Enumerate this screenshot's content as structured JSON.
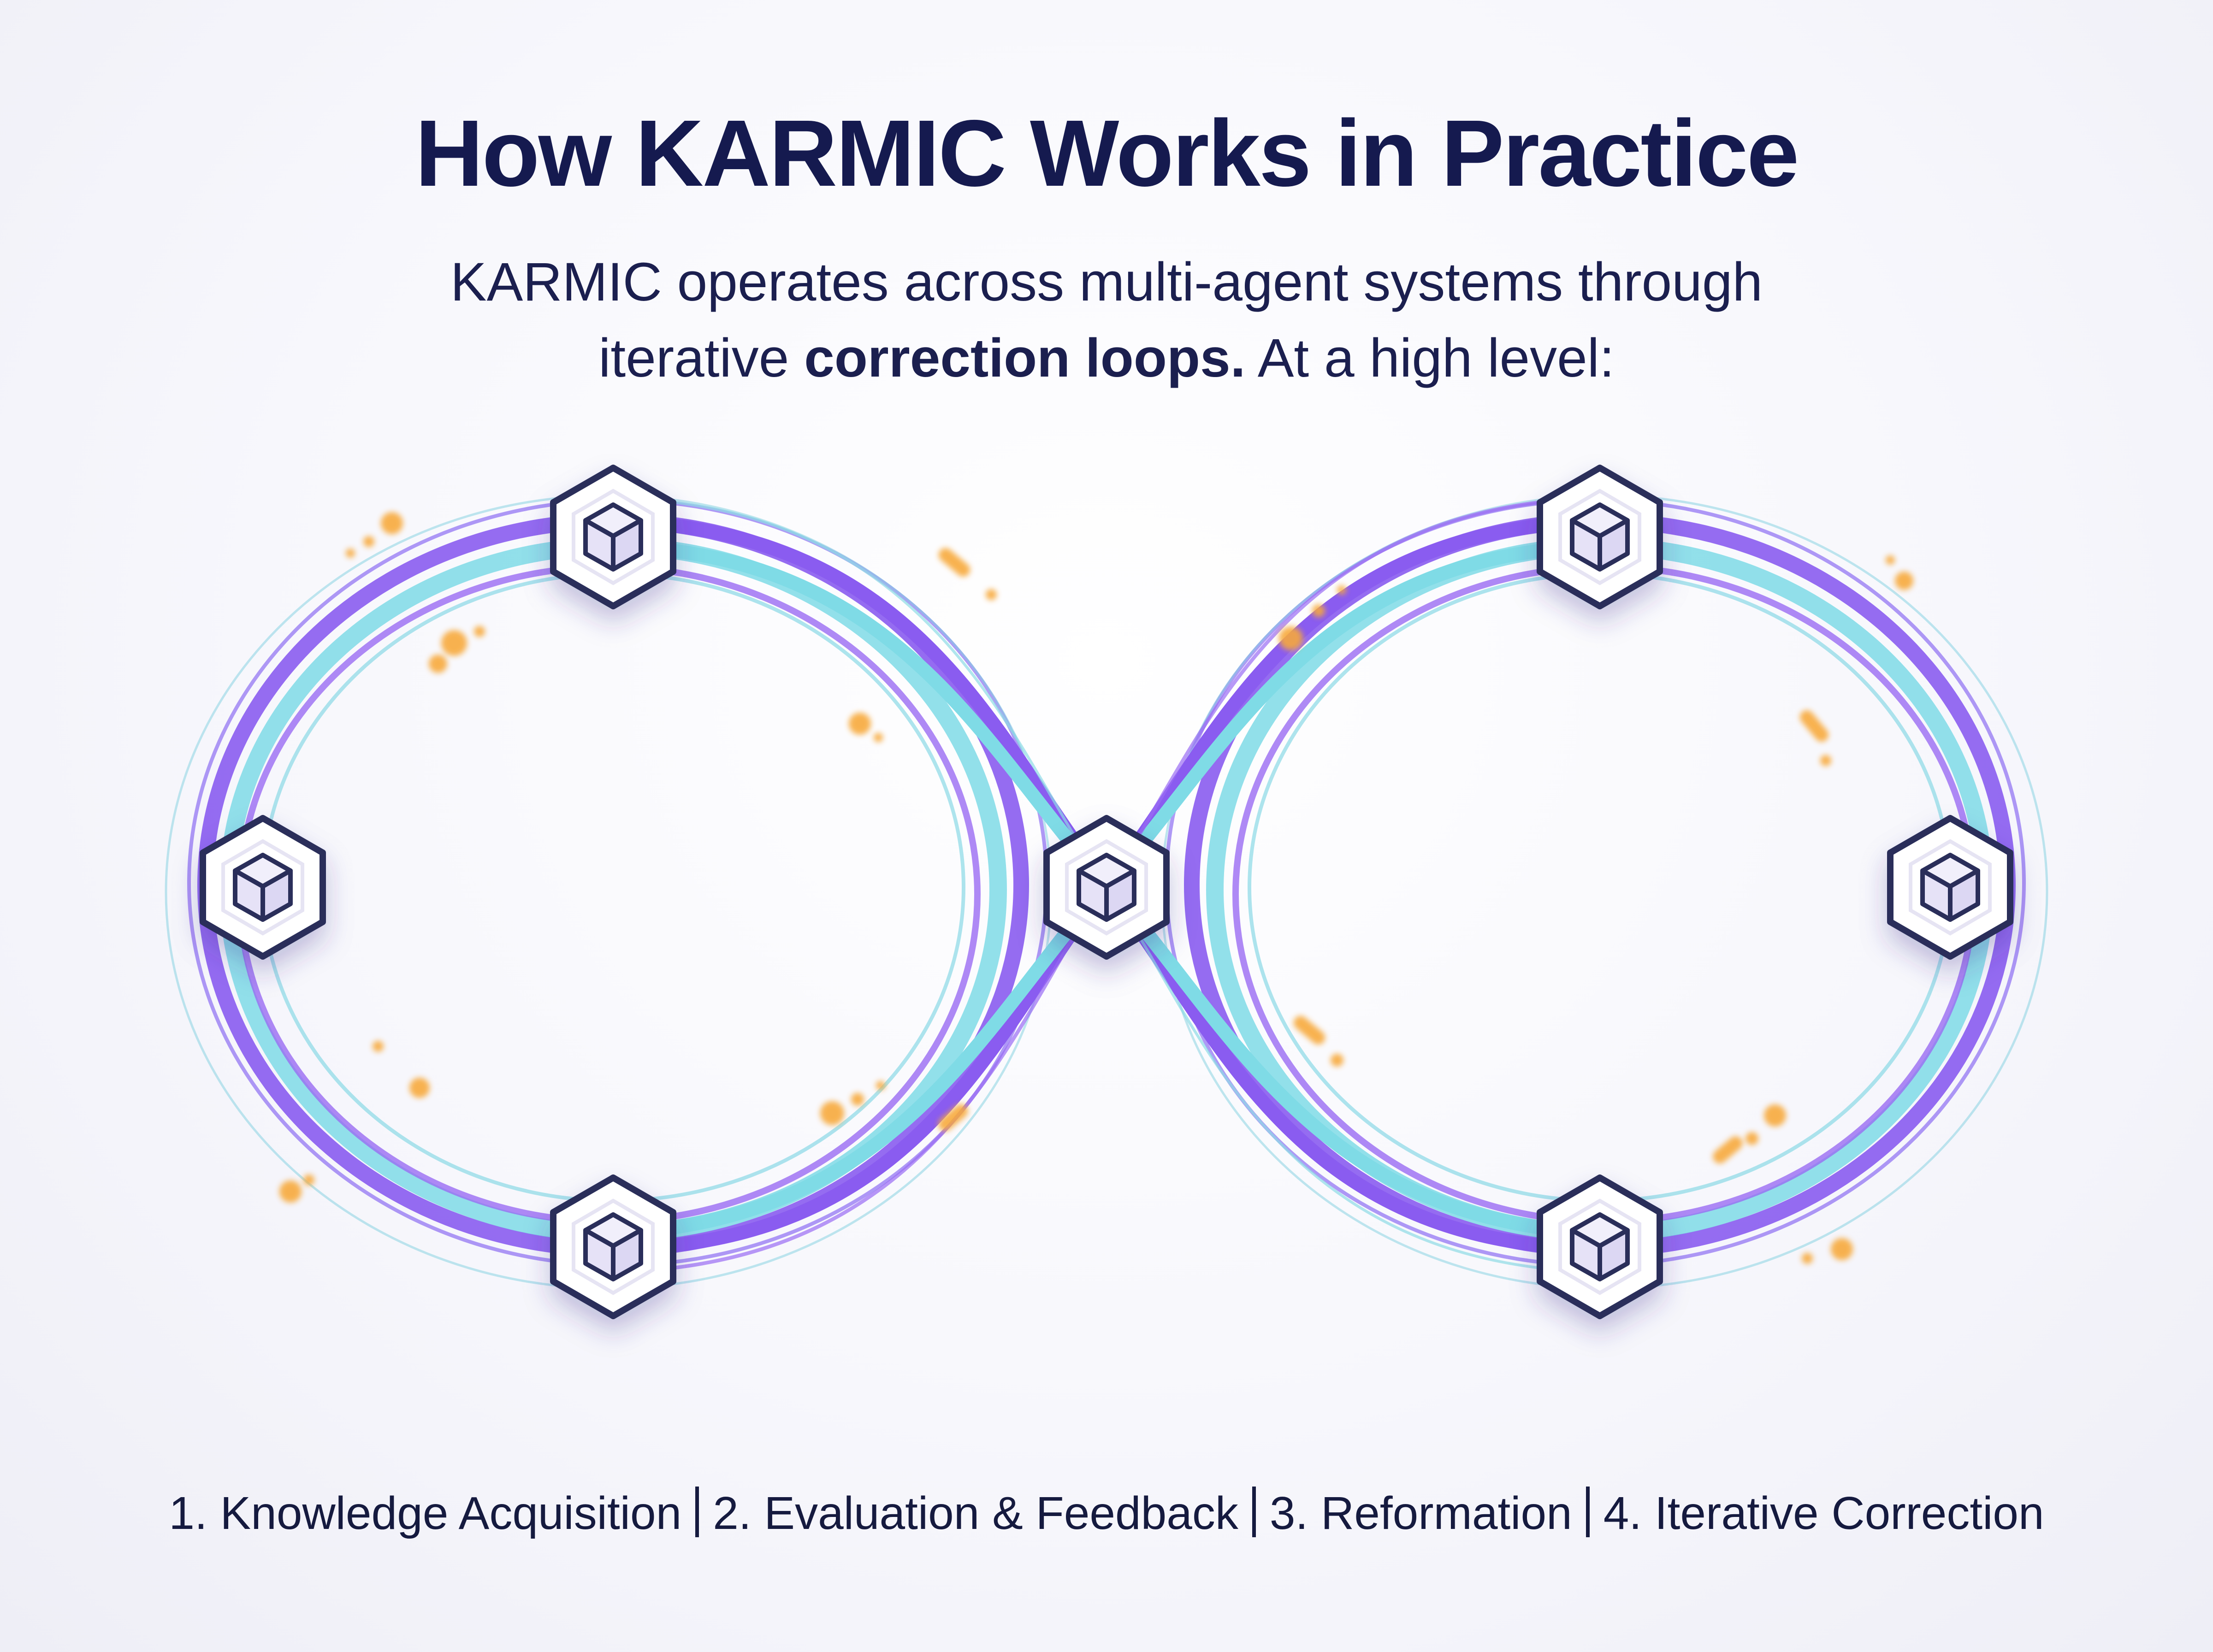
{
  "title": "How KARMIC Works in Practice",
  "subtitle": {
    "line1": "KARMIC operates across multi-agent systems through",
    "line2_pre": "iterative ",
    "line2_emphasis": "correction loops.",
    "line2_post": " At a high level:"
  },
  "steps": [
    "1. Knowledge Acquisition",
    "2. Evaluation & Feedback",
    "3. Reformation",
    "4. Iterative Correction"
  ],
  "colors": {
    "title": "#151a4f",
    "purple": "#8a5cf0",
    "cyan": "#78dbe6",
    "orange": "#f7a93a",
    "node_border": "#2a2f5a",
    "cube_fill": "#e9e6f8"
  },
  "nodes": [
    {
      "icon": "cube-icon"
    },
    {
      "icon": "cube-icon"
    },
    {
      "icon": "cube-icon"
    },
    {
      "icon": "cube-icon"
    },
    {
      "icon": "cube-icon"
    },
    {
      "icon": "cube-icon"
    },
    {
      "icon": "cube-icon"
    }
  ]
}
